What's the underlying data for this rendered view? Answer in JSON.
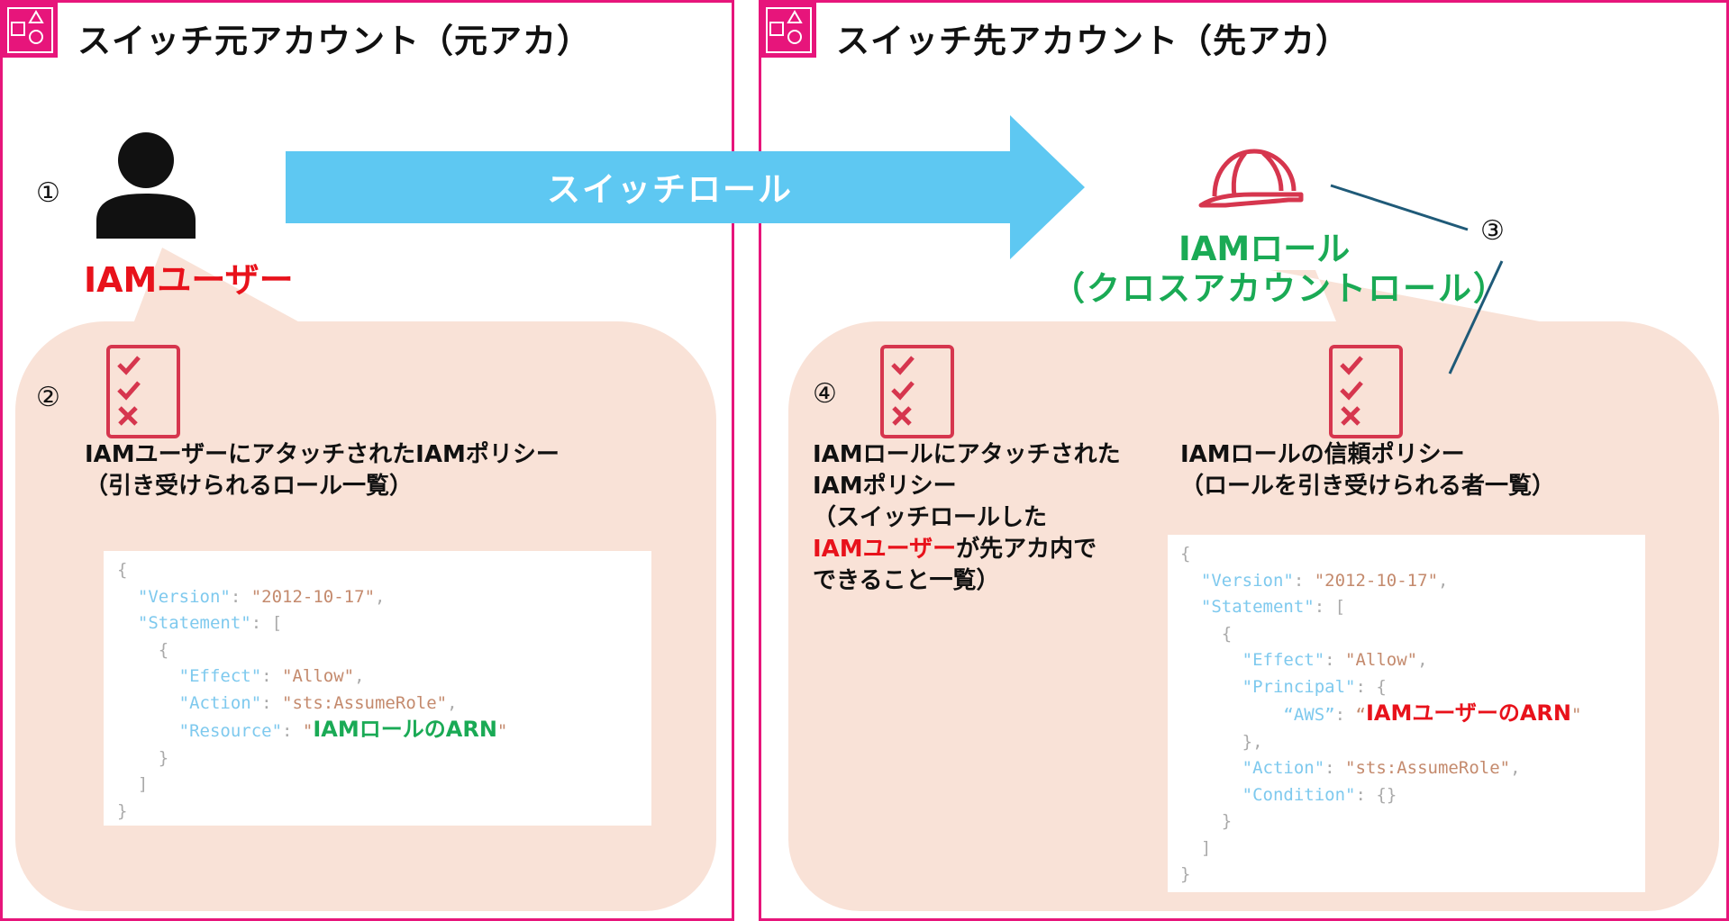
{
  "source_account": {
    "title": "スイッチ元アカウント（元アカ）",
    "step1": "①",
    "user_label": "IAMユーザー",
    "step2": "②",
    "policy_desc_line1": "IAMユーザーにアタッチされたIAMポリシー",
    "policy_desc_line2": "（引き受けられるロール一覧）",
    "policy_json": {
      "open": "{",
      "version_key": "\"Version\"",
      "version_val": "\"2012-10-17\"",
      "statement_key": "\"Statement\"",
      "bracket_open": "[",
      "obj_open": "{",
      "effect_key": "\"Effect\"",
      "effect_val": "\"Allow\"",
      "action_key": "\"Action\"",
      "action_val": "\"sts:AssumeRole\"",
      "resource_key": "\"Resource\"",
      "resource_val": "IAMロールのARN",
      "obj_close": "}",
      "bracket_close": "]",
      "close": "}"
    }
  },
  "switch_arrow": {
    "label": "スイッチロール",
    "color": "#5ec8f2"
  },
  "target_account": {
    "title": "スイッチ先アカウント（先アカ）",
    "role_label_line1": "IAMロール",
    "role_label_line2": "（クロスアカウントロール）",
    "step3": "③",
    "step4": "④",
    "attached_desc": {
      "line1": "IAMロールにアタッチされた",
      "line2": "IAMポリシー",
      "line3": "（スイッチロールした",
      "line4_red": "IAMユーザー",
      "line4_rest": "が先アカ内で",
      "line5": "できること一覧）"
    },
    "trust_desc_line1": "IAMロールの信頼ポリシー",
    "trust_desc_line2": "（ロールを引き受けられる者一覧）",
    "trust_json": {
      "open": "{",
      "version_key": "\"Version\"",
      "version_val": "\"2012-10-17\"",
      "statement_key": "\"Statement\"",
      "bracket_open": "[",
      "obj_open": "{",
      "effect_key": "\"Effect\"",
      "effect_val": "\"Allow\"",
      "principal_key": "\"Principal\"",
      "principal_open": "{",
      "aws_key": "“AWS”",
      "aws_val": "IAMユーザーのARN",
      "principal_close": "},",
      "action_key": "\"Action\"",
      "action_val": "\"sts:AssumeRole\"",
      "condition_key": "\"Condition\"",
      "condition_val": "{}",
      "obj_close": "}",
      "bracket_close": "]",
      "close": "}"
    }
  },
  "colors": {
    "frame": "#e7157b",
    "bubble": "#f9e2d7",
    "user_red": "#e8121b",
    "role_green": "#1aaa55",
    "icon_red": "#d6364e"
  }
}
